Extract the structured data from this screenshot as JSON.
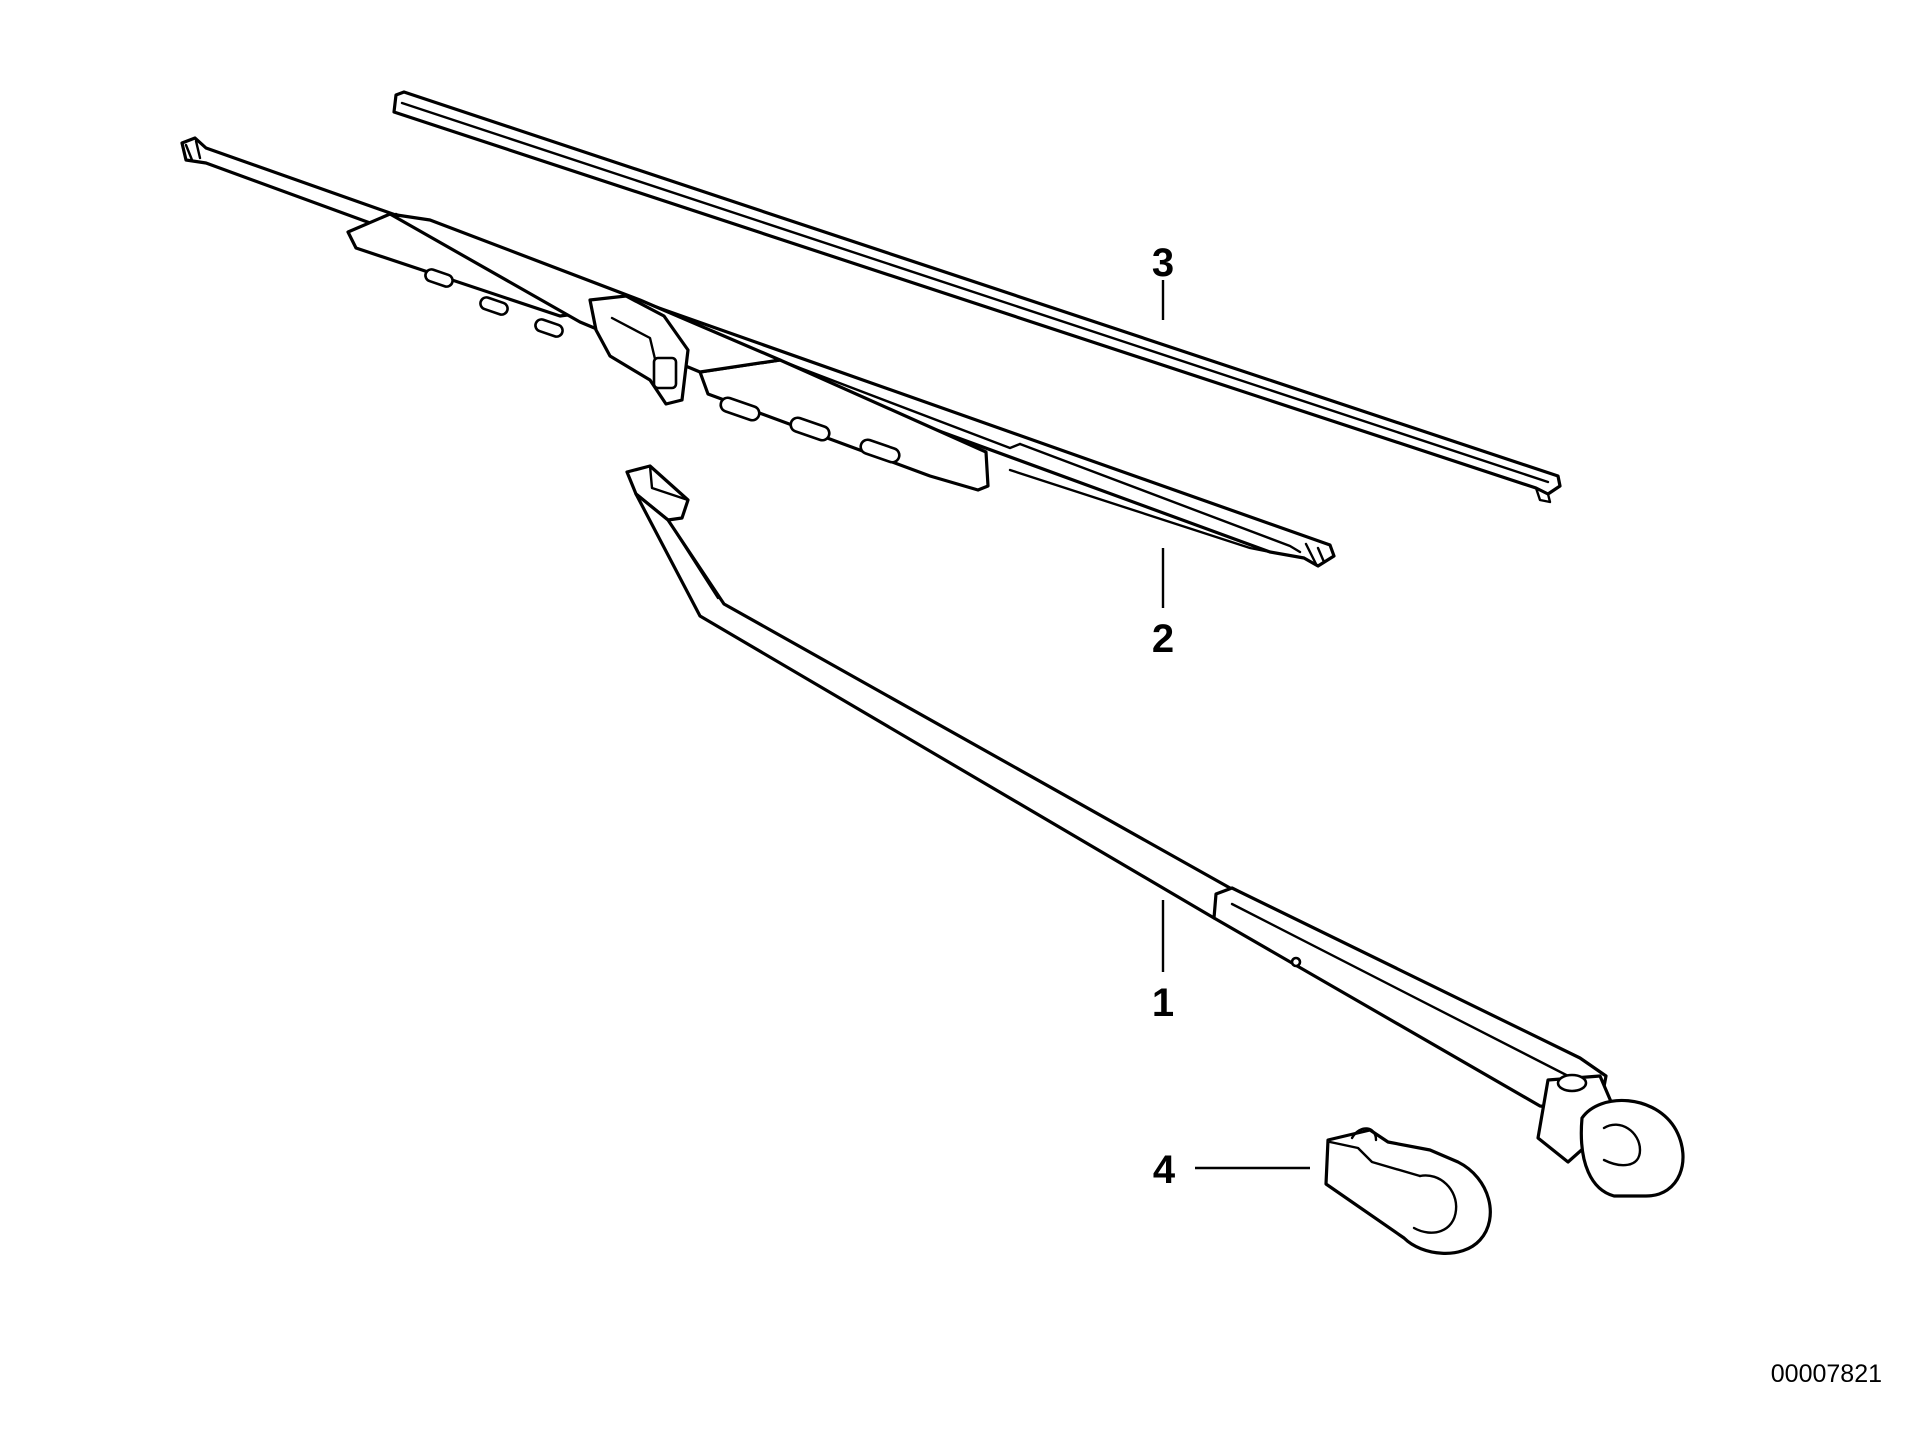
{
  "diagram": {
    "reference_code": "00007821",
    "callouts": [
      {
        "id": "1",
        "label": "1",
        "part": "wiper-arm"
      },
      {
        "id": "2",
        "label": "2",
        "part": "wiper-blade"
      },
      {
        "id": "3",
        "label": "3",
        "part": "wiper-rubber-strip"
      },
      {
        "id": "4",
        "label": "4",
        "part": "wiper-arm-cap"
      }
    ]
  },
  "colors": {
    "line": "#000000",
    "background": "#ffffff"
  }
}
